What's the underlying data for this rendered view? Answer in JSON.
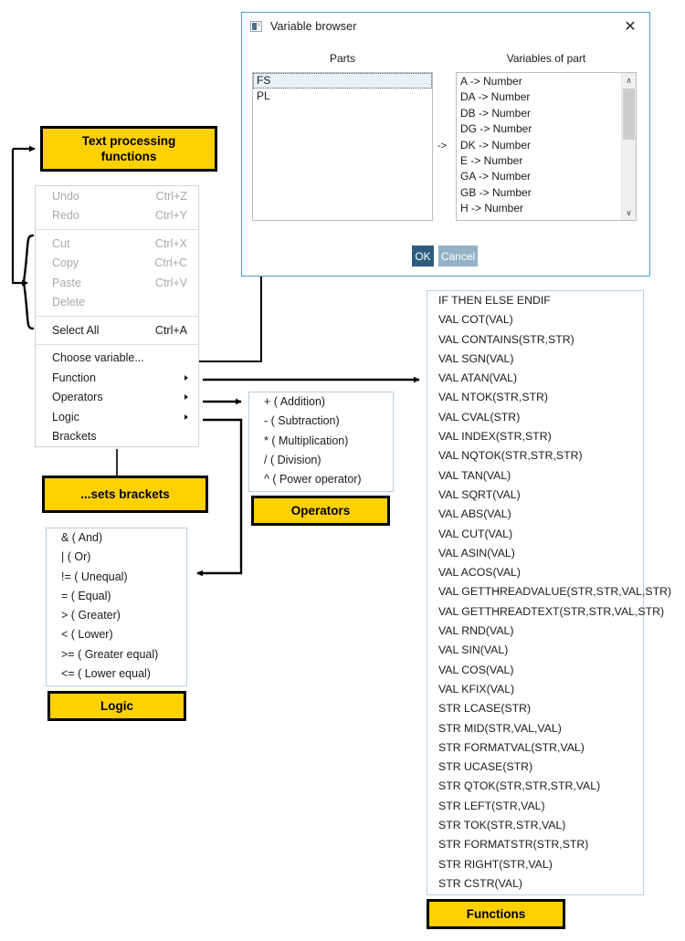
{
  "dialog": {
    "title": "Variable browser",
    "icon": "window-icon",
    "close_icon": "✕",
    "parts_label": "Parts",
    "variables_label": "Variables of part",
    "transfer_marker": "->",
    "parts": [
      {
        "label": "FS",
        "selected": true
      },
      {
        "label": "PL",
        "selected": false
      }
    ],
    "variables": [
      "A -> Number",
      "DA -> Number",
      "DB -> Number",
      "DG -> Number",
      "DK -> Number",
      "E -> Number",
      "GA -> Number",
      "GB -> Number",
      "H -> Number"
    ],
    "scroll_up_icon": "∧",
    "scroll_down_icon": "∨",
    "ok_label": "OK",
    "cancel_label": "Cancel",
    "ok_color": "#2e5c7e",
    "cancel_color": "#94b2c6",
    "border_color": "#4a9fd8"
  },
  "context_menu": {
    "items": [
      {
        "label": "Undo",
        "accelerator": "Ctrl+Z",
        "enabled": false,
        "submenu": false
      },
      {
        "label": "Redo",
        "accelerator": "Ctrl+Y",
        "enabled": false,
        "submenu": false
      },
      {
        "separator": true
      },
      {
        "label": "Cut",
        "accelerator": "Ctrl+X",
        "enabled": false,
        "submenu": false
      },
      {
        "label": "Copy",
        "accelerator": "Ctrl+C",
        "enabled": false,
        "submenu": false
      },
      {
        "label": "Paste",
        "accelerator": "Ctrl+V",
        "enabled": false,
        "submenu": false
      },
      {
        "label": "Delete",
        "accelerator": "",
        "enabled": false,
        "submenu": false
      },
      {
        "separator": true
      },
      {
        "label": "Select All",
        "accelerator": "Ctrl+A",
        "enabled": true,
        "submenu": false
      },
      {
        "separator": true
      },
      {
        "label": "Choose variable...",
        "accelerator": "",
        "enabled": true,
        "submenu": false
      },
      {
        "label": "Function",
        "accelerator": "",
        "enabled": true,
        "submenu": true
      },
      {
        "label": "Operators",
        "accelerator": "",
        "enabled": true,
        "submenu": true
      },
      {
        "label": "Logic",
        "accelerator": "",
        "enabled": true,
        "submenu": true
      },
      {
        "label": "Brackets",
        "accelerator": "",
        "enabled": true,
        "submenu": false
      }
    ]
  },
  "operators_list": [
    "+ ( Addition)",
    "- ( Subtraction)",
    "* ( Multiplication)",
    "/ ( Division)",
    "^ ( Power operator)"
  ],
  "logic_list": [
    "& ( And)",
    "| ( Or)",
    "!= ( Unequal)",
    "= ( Equal)",
    "> ( Greater)",
    "< ( Lower)",
    ">= ( Greater equal)",
    "<= ( Lower equal)"
  ],
  "functions_list": [
    "IF THEN ELSE ENDIF",
    "VAL COT(VAL)",
    "VAL CONTAINS(STR,STR)",
    "VAL SGN(VAL)",
    "VAL ATAN(VAL)",
    "VAL NTOK(STR,STR)",
    "VAL CVAL(STR)",
    "VAL INDEX(STR,STR)",
    "VAL NQTOK(STR,STR,STR)",
    "VAL TAN(VAL)",
    "VAL SQRT(VAL)",
    "VAL ABS(VAL)",
    "VAL CUT(VAL)",
    "VAL ASIN(VAL)",
    "VAL ACOS(VAL)",
    "VAL GETTHREADVALUE(STR,STR,VAL,STR)",
    "VAL GETTHREADTEXT(STR,STR,VAL,STR)",
    "VAL RND(VAL)",
    "VAL SIN(VAL)",
    "VAL COS(VAL)",
    "VAL KFIX(VAL)",
    "STR LCASE(STR)",
    "STR MID(STR,VAL,VAL)",
    "STR FORMATVAL(STR,VAL)",
    "STR UCASE(STR)",
    "STR QTOK(STR,STR,STR,VAL)",
    "STR LEFT(STR,VAL)",
    "STR TOK(STR,STR,VAL)",
    "STR FORMATSTR(STR,STR)",
    "STR RIGHT(STR,VAL)",
    "STR CSTR(VAL)"
  ],
  "callouts": {
    "text_processing": "Text processing\nfunctions",
    "text_processing_line1": "Text processing",
    "text_processing_line2": "functions",
    "brackets": "...sets brackets",
    "operators": "Operators",
    "logic": "Logic",
    "functions": "Functions",
    "fill_color": "#FFD100",
    "border_color": "#000000"
  }
}
